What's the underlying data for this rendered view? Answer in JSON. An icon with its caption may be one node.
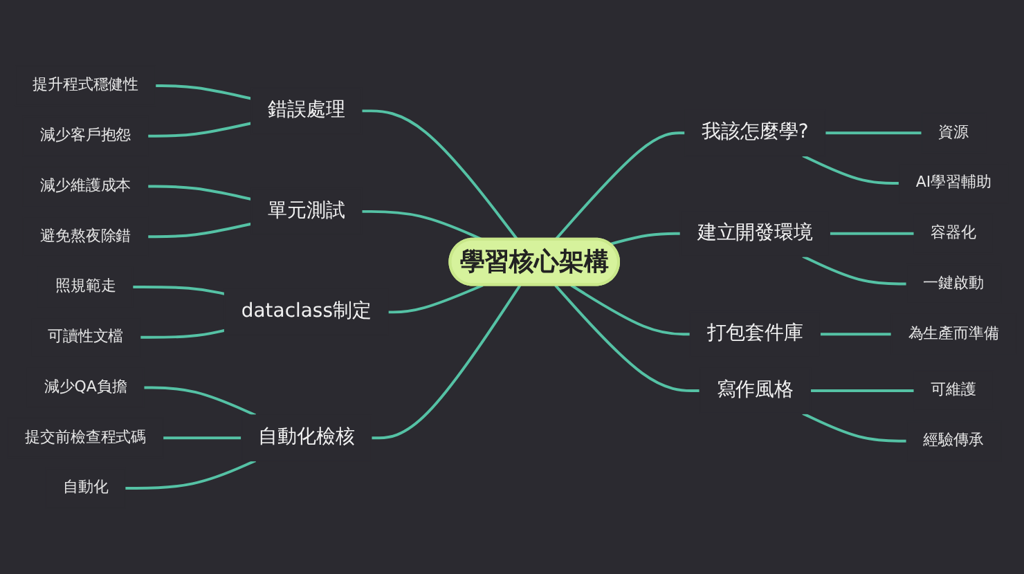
{
  "diagram": {
    "nodes": [
      {
        "text": [
          "學習核心架構"
        ]
      },
      {
        "text": [
          "錯誤處理"
        ]
      },
      {
        "text": [
          "提升程式穩健性"
        ]
      },
      {
        "text": [
          "減少客戶抱怨"
        ]
      },
      {
        "text": [
          "單元測試"
        ]
      },
      {
        "text": [
          "減少維護成本"
        ]
      },
      {
        "text": [
          "避免熬夜除錯"
        ]
      },
      {
        "text": [
          "dataclass制定"
        ]
      },
      {
        "text": [
          "照規範走"
        ]
      },
      {
        "text": [
          "可讀性文檔"
        ]
      },
      {
        "text": [
          "自動化檢核"
        ]
      },
      {
        "text": [
          "減少QA負擔"
        ]
      },
      {
        "text": [
          "提交前檢查程式碼"
        ]
      },
      {
        "text": [
          "自動化"
        ]
      },
      {
        "text": [
          "我該怎麼學?"
        ]
      },
      {
        "text": [
          "資源"
        ]
      },
      {
        "text": [
          "AI學習輔助"
        ]
      },
      {
        "text": [
          "建立開發環境"
        ]
      },
      {
        "text": [
          "容器化"
        ]
      },
      {
        "text": [
          "一鍵啟動"
        ]
      },
      {
        "text": [
          "打包套件庫"
        ]
      },
      {
        "text": [
          "為生產而準備"
        ]
      },
      {
        "text": [
          "寫作風格"
        ]
      },
      {
        "text": [
          "可維護"
        ]
      },
      {
        "text": [
          "經驗傳承"
        ]
      }
    ],
    "edges": [
      {
        "from": 1,
        "to": 0,
        "arrow": "none"
      },
      {
        "from": 2,
        "to": 1,
        "arrow": "none"
      },
      {
        "from": 3,
        "to": 1,
        "arrow": "none"
      },
      {
        "from": 4,
        "to": 0,
        "arrow": "none"
      },
      {
        "from": 5,
        "to": 4,
        "arrow": "none"
      },
      {
        "from": 6,
        "to": 4,
        "arrow": "none"
      },
      {
        "from": 7,
        "to": 0,
        "arrow": "none"
      },
      {
        "from": 8,
        "to": 7,
        "arrow": "none"
      },
      {
        "from": 9,
        "to": 7,
        "arrow": "none"
      },
      {
        "from": 10,
        "to": 0,
        "arrow": "none"
      },
      {
        "from": 11,
        "to": 10,
        "arrow": "none"
      },
      {
        "from": 12,
        "to": 10,
        "arrow": "none"
      },
      {
        "from": 13,
        "to": 10,
        "arrow": "none"
      },
      {
        "from": 0,
        "to": 14,
        "arrow": "none"
      },
      {
        "from": 14,
        "to": 15,
        "arrow": "none"
      },
      {
        "from": 14,
        "to": 16,
        "arrow": "none"
      },
      {
        "from": 0,
        "to": 17,
        "arrow": "none"
      },
      {
        "from": 17,
        "to": 18,
        "arrow": "none"
      },
      {
        "from": 17,
        "to": 19,
        "arrow": "none"
      },
      {
        "from": 0,
        "to": 20,
        "arrow": "none"
      },
      {
        "from": 20,
        "to": 21,
        "arrow": "none"
      },
      {
        "from": 0,
        "to": 22,
        "arrow": "none"
      },
      {
        "from": 22,
        "to": 23,
        "arrow": "none"
      },
      {
        "from": 22,
        "to": 24,
        "arrow": "none"
      }
    ]
  }
}
